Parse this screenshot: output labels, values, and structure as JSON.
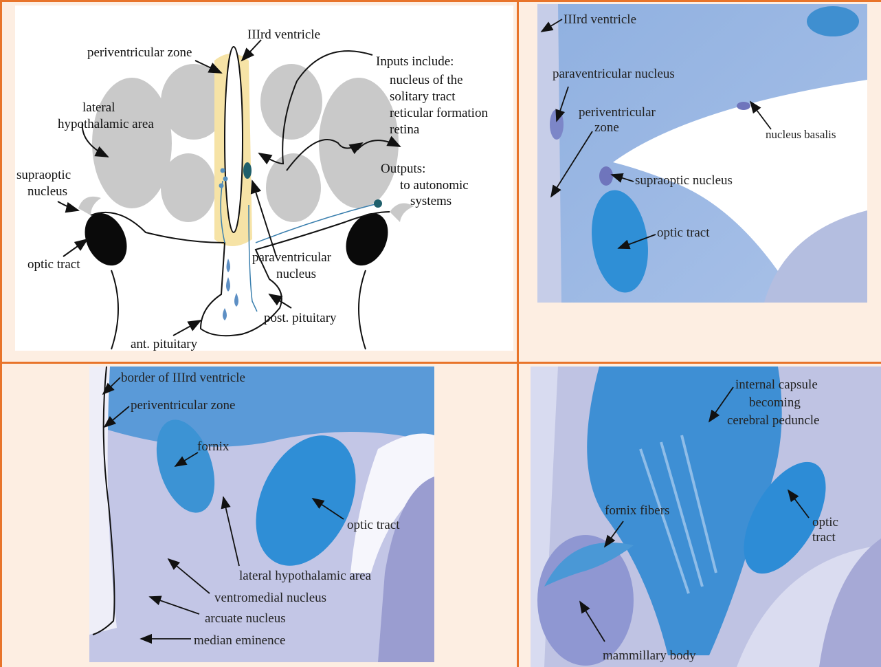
{
  "diagram": {
    "labels": {
      "third_ventricle": "IIIrd ventricle",
      "periventricular_zone": "periventricular zone",
      "inputs_title": "Inputs include:",
      "input_1": "nucleus of the",
      "input_2": "solitary tract",
      "input_3": "reticular formation",
      "input_4": "retina",
      "lateral_1": "lateral",
      "lateral_2": "hypothalamic area",
      "supraoptic_1": "supraoptic",
      "supraoptic_2": "nucleus",
      "outputs_title": "Outputs:",
      "outputs_1": "to autonomic",
      "outputs_2": "systems",
      "optic_tract": "optic tract",
      "paraventricular_1": "paraventricular",
      "paraventricular_2": "nucleus",
      "post_pituitary": "post. pituitary",
      "ant_pituitary": "ant. pituitary"
    }
  },
  "micro_top_right": {
    "labels": {
      "third_ventricle": "IIIrd ventricle",
      "paraventricular": "paraventricular nucleus",
      "periventricular_1": "periventricular",
      "periventricular_2": "zone",
      "nucleus_basalis": "nucleus basalis",
      "supraoptic": "supraoptic nucleus",
      "optic_tract": "optic tract"
    }
  },
  "micro_bottom_left": {
    "labels": {
      "border": "border of IIIrd ventricle",
      "periventricular": "periventricular zone",
      "fornix": "fornix",
      "optic_tract": "optic tract",
      "lateral": "lateral hypothalamic area",
      "ventromedial": "ventromedial nucleus",
      "arcuate": "arcuate nucleus",
      "median": "median eminence"
    }
  },
  "micro_bottom_right": {
    "labels": {
      "capsule_1": "internal capsule",
      "capsule_2": "becoming",
      "capsule_3": "cerebral peduncle",
      "fornix_fibers": "fornix fibers",
      "optic_1": "optic",
      "optic_2": "tract",
      "mammillary": "mammillary body"
    }
  }
}
